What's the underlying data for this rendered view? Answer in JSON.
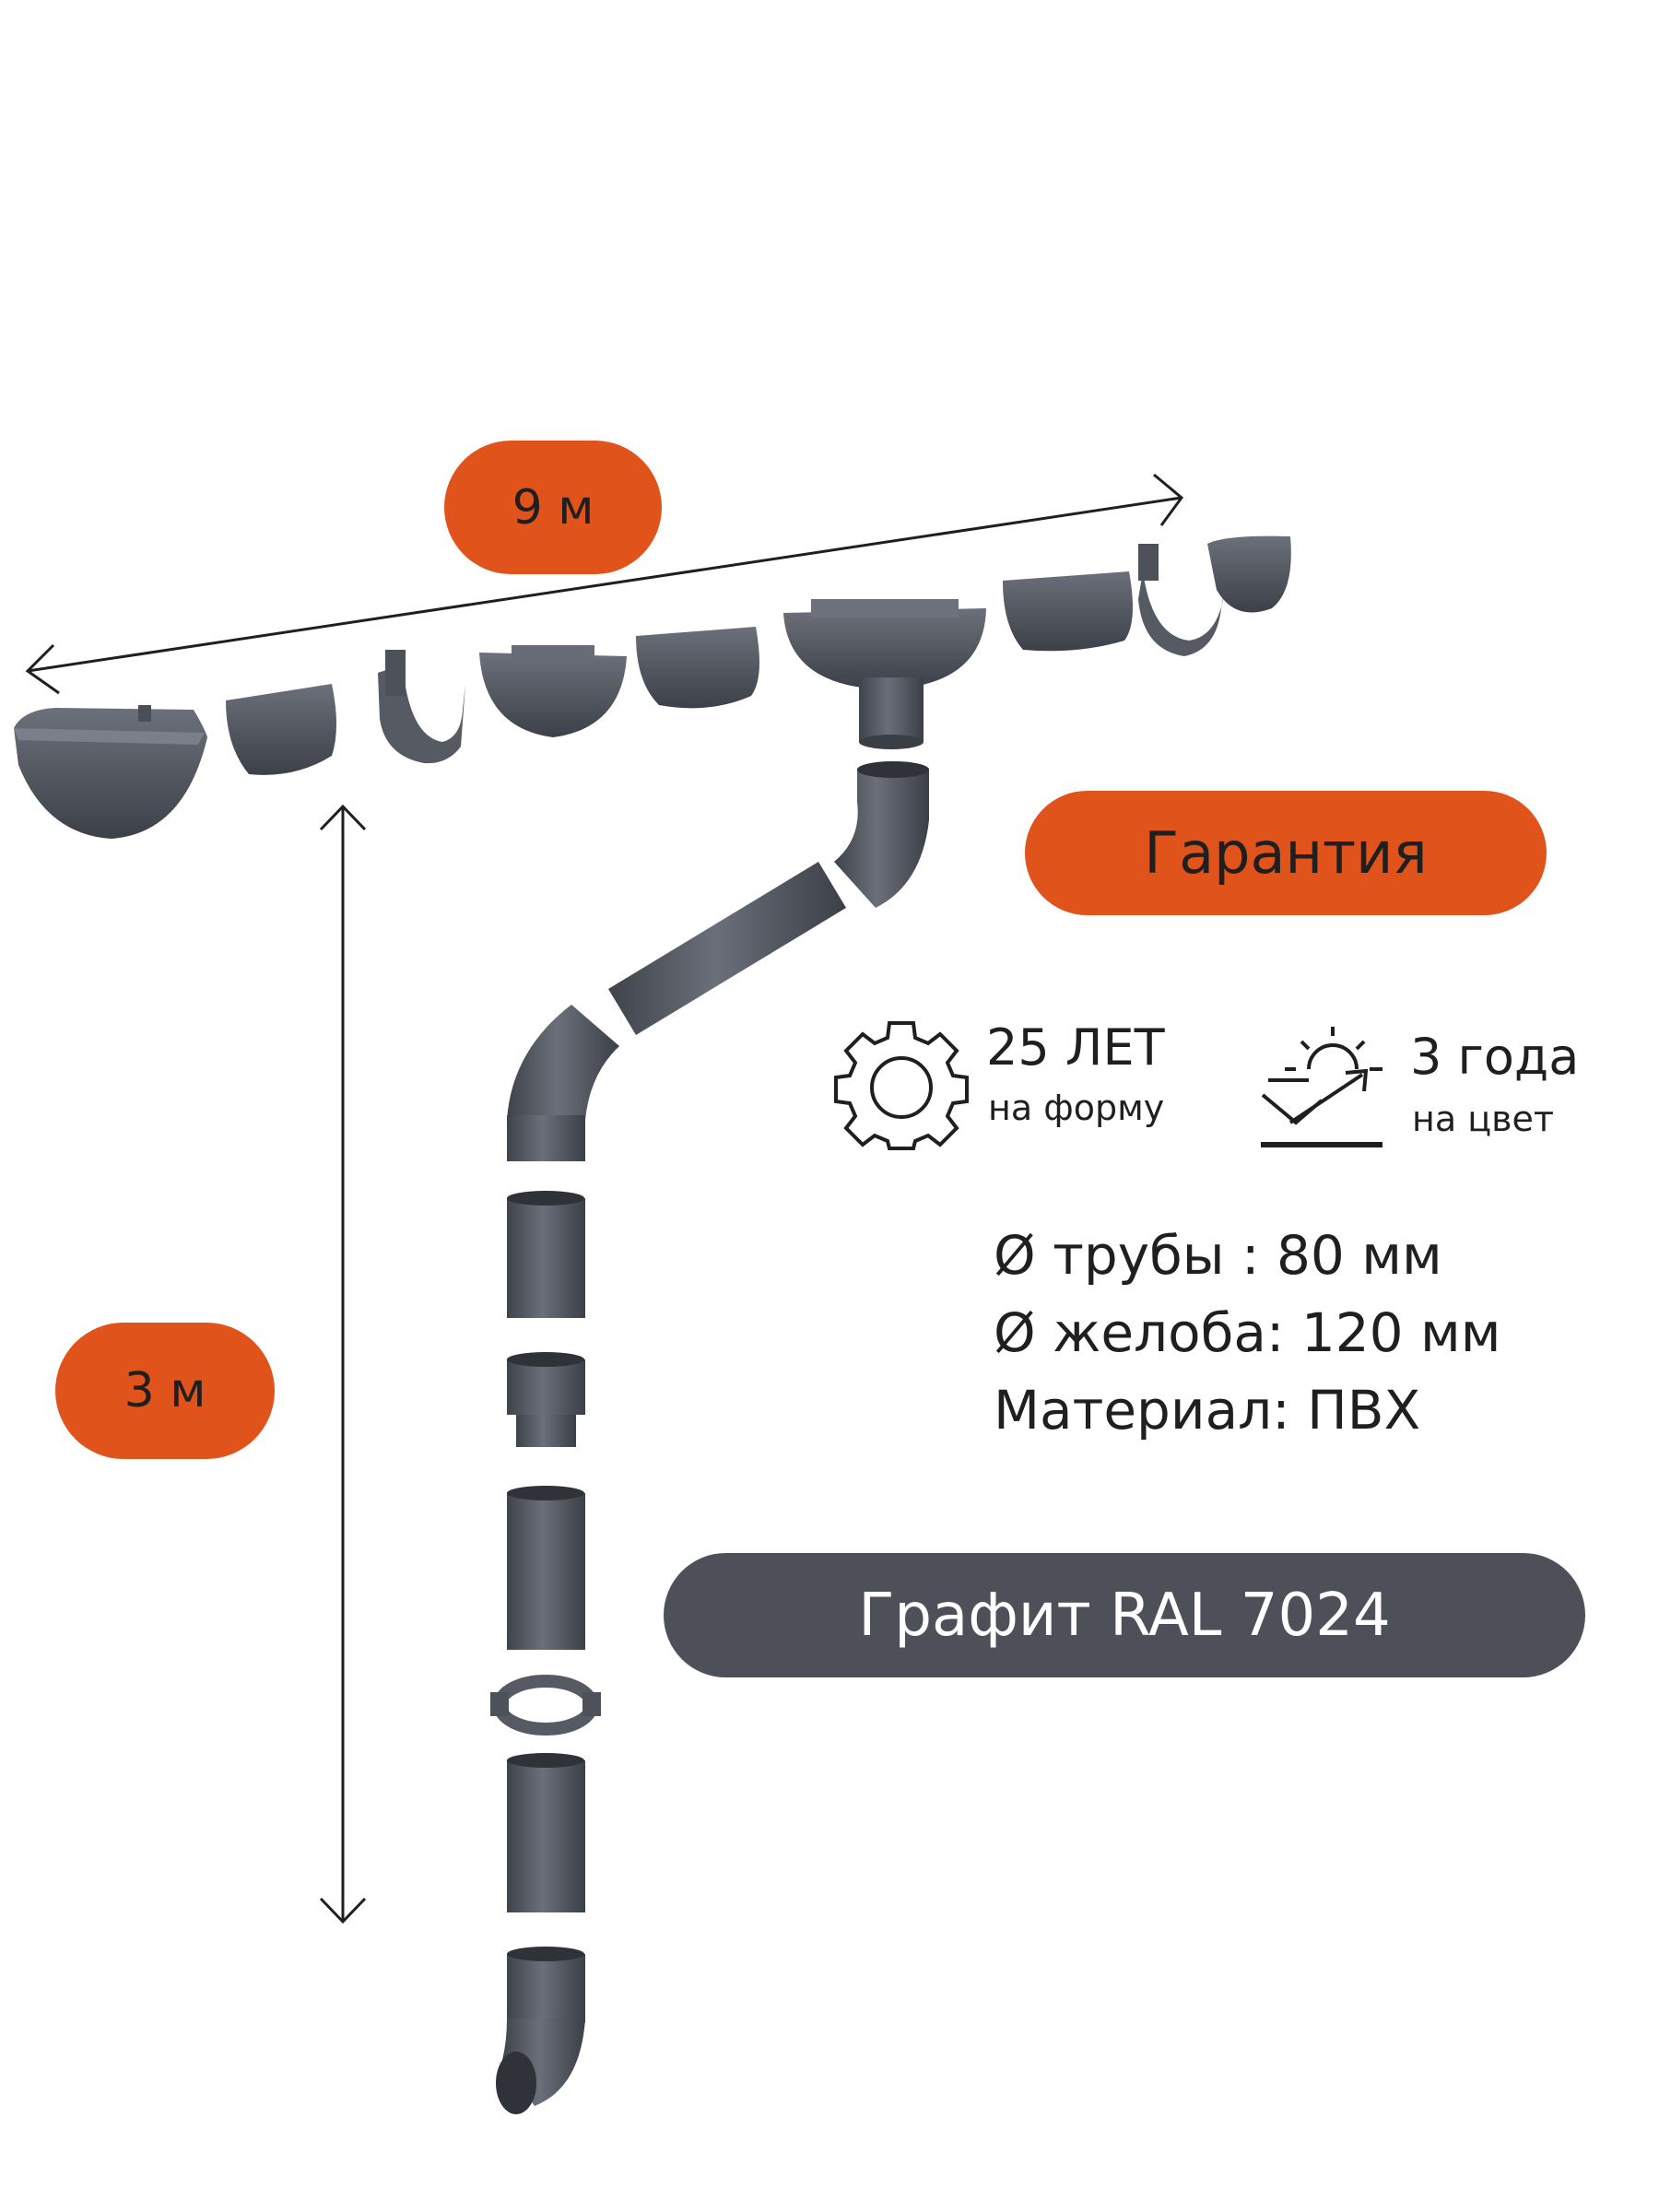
{
  "dimensions": {
    "length_label": "9 м",
    "height_label": "3 м"
  },
  "warranty": {
    "title": "Гарантия",
    "shape": {
      "value": "25 ЛЕТ",
      "caption": "на форму",
      "icon": "gear-icon"
    },
    "color": {
      "value": "3 года",
      "caption": "на цвет",
      "icon": "sun-fade-icon"
    }
  },
  "specs": [
    "Ø трубы : 80 мм",
    "Ø желоба: 120 мм",
    "Материал: ПВХ"
  ],
  "color_label": "Графит RAL 7024",
  "colors": {
    "accent": "#e0531b",
    "graphite": "#4d5059",
    "part": "#575c66"
  }
}
